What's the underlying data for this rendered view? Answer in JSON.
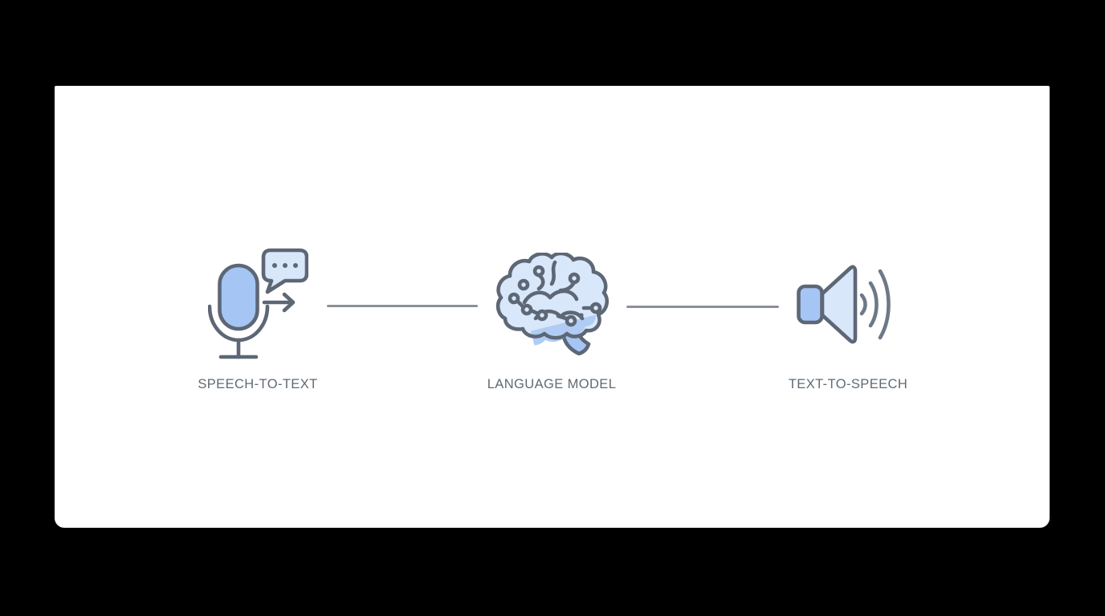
{
  "colors": {
    "background": "#000000",
    "card": "#ffffff",
    "stroke": "#5d6775",
    "fill-light": "#d9e7fa",
    "fill-medium": "#a5c6f4",
    "fill-shade": "#b0ccf4",
    "connector": "#8a9199",
    "label-text": "#5f6a74",
    "wave": "#6e7987"
  },
  "pipeline": {
    "nodes": [
      {
        "id": "speech-to-text",
        "label": "SPEECH-TO-TEXT",
        "icon": "microphone-speech-bubble-icon"
      },
      {
        "id": "language-model",
        "label": "LANGUAGE MODEL",
        "icon": "brain-circuit-icon"
      },
      {
        "id": "text-to-speech",
        "label": "TEXT-TO-SPEECH",
        "icon": "speaker-sound-waves-icon"
      }
    ],
    "connector_count": 2
  }
}
